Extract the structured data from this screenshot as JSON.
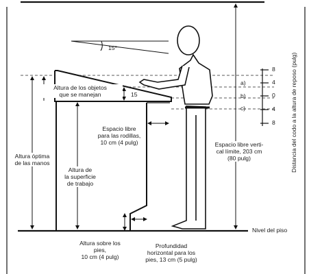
{
  "labels": {
    "angle": "15°",
    "objects_height": [
      "Altura de los objetos",
      "que se manejan"
    ],
    "small_offset": "15",
    "knee_space": [
      "Espacio libre",
      "para las rodillas,",
      "10 cm (4 pulg)"
    ],
    "optimal_hands": [
      "Altura óptima",
      "de las manos"
    ],
    "work_surface": [
      "Altura de",
      "la superficie",
      "de trabajo"
    ],
    "vertical_clearance": [
      "Espacio libre verti-",
      "cal límite, 203 cm",
      "(80 pulg)"
    ],
    "elbow_distance": "Distancia del codo a la altura de reposo (pulg)",
    "floor_level": "Nivel del piso",
    "foot_height": [
      "Altura sobre los",
      "pies,",
      "10 cm (4 pulg)"
    ],
    "foot_depth": [
      "Profundidad",
      "horizontal para los",
      "pies, 13 cm (5 pulg)"
    ]
  },
  "scale": {
    "ticks": [
      "8",
      "4",
      "0",
      "4",
      "8"
    ],
    "markers": [
      "a)",
      "b)",
      "c)"
    ]
  }
}
